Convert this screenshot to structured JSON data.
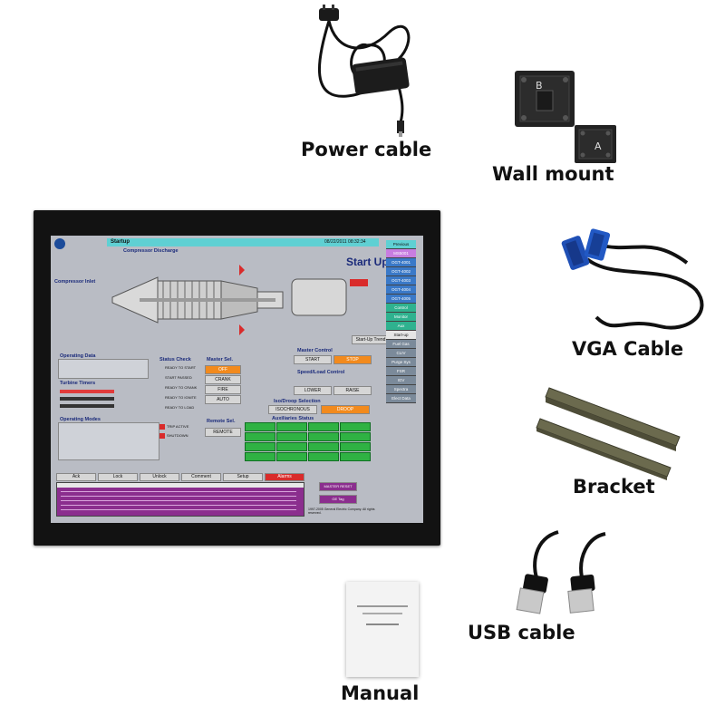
{
  "captions": {
    "power_cable": "Power cable",
    "wall_mount": "Wall mount",
    "vga_cable": "VGA Cable",
    "bracket": "Bracket",
    "usb_cable": "USB cable",
    "manual": "Manual"
  },
  "wall_mount_labels": {
    "plate_b": "B",
    "plate_a": "A"
  },
  "hmi": {
    "screen_title": "Startup",
    "date": "08/22/2011 08:32:34",
    "big_title": "Start Up",
    "compressor_discharge": "Compressor Discharge",
    "compressor_inlet": "Compressor Inlet",
    "operating_data": "Operating Data",
    "turbine_timers": "Turbine Timers",
    "operating_modes": "Operating Modes",
    "status_check": "Status Check",
    "status_items": [
      "READY TO START",
      "START PASSED",
      "READY TO CRANK",
      "READY TO IGNITE",
      "READY TO LOAD"
    ],
    "master_sel": "Master Sel.",
    "master_sel_buttons": [
      "OFF",
      "CRANK",
      "FIRE",
      "AUTO"
    ],
    "master_control": "Master Control",
    "master_control_buttons": [
      "START",
      "STOP"
    ],
    "speed_load_control": "Speed/Load Control",
    "speed_load_buttons": [
      "LOWER",
      "RAISE"
    ],
    "iso_droop": "Iso/Droop Selection",
    "iso_droop_buttons": [
      "ISOCHRONOUS",
      "DROOP"
    ],
    "remote_sel": "Remote Sel.",
    "remote_button": "REMOTE",
    "auxiliaries_status": "Auxiliaries Status",
    "startup_trend": "Start-Up Trend",
    "trip_active": "TRIP ACTIVE",
    "shutdown": "SHUTDOWN",
    "alarm_tabs": [
      "Ack",
      "Lock",
      "Unlock",
      "Comment",
      "Setup",
      "Alarms"
    ],
    "master_reset": "MASTER RESET",
    "ge_tag": "GE Tag",
    "copyright": "1997-2005 General Electric Company. All rights reserved.",
    "side_menu": [
      "Previous Screen",
      "MS5001",
      "OGT-4001",
      "OGT-4002",
      "OGT-4003",
      "OGT-4004",
      "OGT-4005",
      "Control",
      "Monitor",
      "Aux",
      "Start-up",
      "Fuel Gas",
      "CLIV",
      "Purge Sys",
      "FSR",
      "IGV",
      "Spectra",
      "Elect Data"
    ]
  },
  "colors": {
    "monitor_bezel": "#121212",
    "hmi_background": "#b9bcc4",
    "hmi_header": "#5fd0d3",
    "alarm_purple": "#8b2e8e",
    "orange_button": "#f28a1d",
    "aux_green": "#2fb243"
  }
}
